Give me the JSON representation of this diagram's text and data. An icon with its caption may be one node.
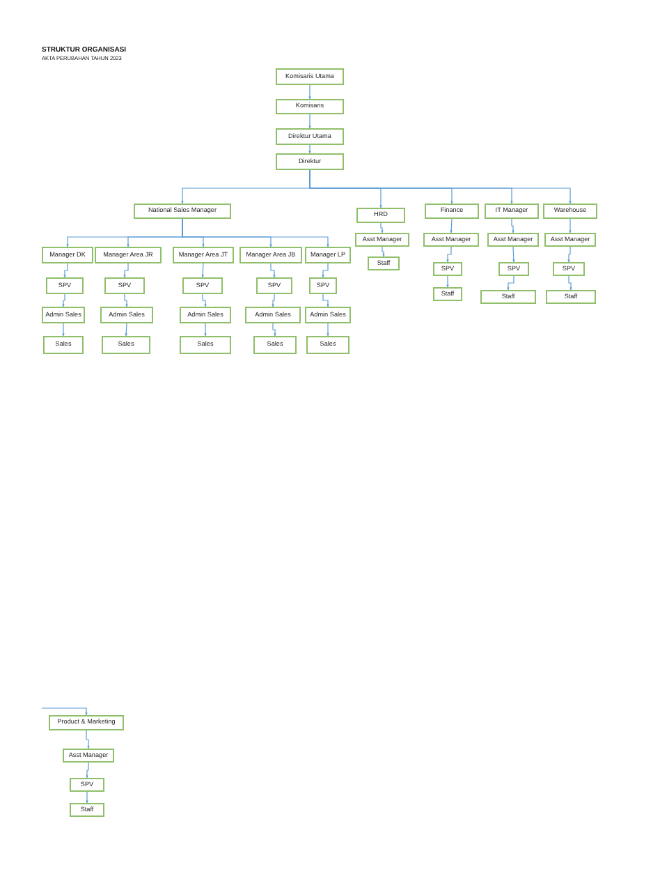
{
  "diagram": {
    "title": "STRUKTUR ORGANISASI",
    "nodes": [
      {
        "text": [
          "Komisaris Utama"
        ]
      },
      {
        "text": [
          "Komisaris"
        ]
      },
      {
        "text": [
          "Direktur Utama"
        ]
      },
      {
        "text": [
          "Direktur"
        ]
      },
      {
        "text": [
          "National Sales Manager"
        ]
      },
      {
        "text": [
          "HRD"
        ]
      },
      {
        "text": [
          "Finance"
        ]
      },
      {
        "text": [
          "IT Manager"
        ]
      },
      {
        "text": [
          "Warehouse"
        ]
      },
      {
        "text": [
          "Manager DK"
        ]
      },
      {
        "text": [
          "Manager Area JR"
        ]
      },
      {
        "text": [
          "Manager Area JT"
        ]
      },
      {
        "text": [
          "Manager Area JB"
        ]
      },
      {
        "text": [
          "Manager LP"
        ]
      },
      {
        "text": [
          "SPV"
        ]
      },
      {
        "text": [
          "SPV"
        ]
      },
      {
        "text": [
          "SPV"
        ]
      },
      {
        "text": [
          "SPV"
        ]
      },
      {
        "text": [
          "SPV"
        ]
      },
      {
        "text": [
          "Admin Sales"
        ]
      },
      {
        "text": [
          "Admin Sales"
        ]
      },
      {
        "text": [
          "Admin Sales"
        ]
      },
      {
        "text": [
          "Admin Sales"
        ]
      },
      {
        "text": [
          "Admin Sales"
        ]
      },
      {
        "text": [
          "Sales"
        ]
      },
      {
        "text": [
          "Sales"
        ]
      },
      {
        "text": [
          "Sales"
        ]
      },
      {
        "text": [
          "Sales"
        ]
      },
      {
        "text": [
          "Sales"
        ]
      },
      {
        "text": [
          "Asst Manager"
        ]
      },
      {
        "text": [
          "Staff"
        ]
      },
      {
        "text": [
          "Asst Manager"
        ]
      },
      {
        "text": [
          "SPV"
        ]
      },
      {
        "text": [
          "Staff"
        ]
      },
      {
        "text": [
          "Asst Manager"
        ]
      },
      {
        "text": [
          "SPV"
        ]
      },
      {
        "text": [
          "Staff"
        ]
      },
      {
        "text": [
          "Asst Manager"
        ]
      },
      {
        "text": [
          "SPV"
        ]
      },
      {
        "text": [
          "Staff"
        ]
      },
      {
        "text": [
          "Product & Marketing"
        ]
      },
      {
        "text": [
          "Asst Manager"
        ]
      },
      {
        "text": [
          "SPV"
        ]
      },
      {
        "text": [
          "Staff"
        ]
      }
    ],
    "edges": [
      {
        "from": 0,
        "to": 1,
        "arrow": "to"
      },
      {
        "from": 1,
        "to": 2,
        "arrow": "to"
      },
      {
        "from": 2,
        "to": 3,
        "arrow": "to"
      },
      {
        "from": 3,
        "to": 4,
        "arrow": "to"
      },
      {
        "from": 3,
        "to": 5,
        "arrow": "to"
      },
      {
        "from": 3,
        "to": 6,
        "arrow": "to"
      },
      {
        "from": 3,
        "to": 7,
        "arrow": "to"
      },
      {
        "from": 3,
        "to": 8,
        "arrow": "to"
      },
      {
        "from": 4,
        "to": 9,
        "arrow": "to"
      },
      {
        "from": 4,
        "to": 10,
        "arrow": "to"
      },
      {
        "from": 4,
        "to": 11,
        "arrow": "to"
      },
      {
        "from": 4,
        "to": 12,
        "arrow": "to"
      },
      {
        "from": 4,
        "to": 13,
        "arrow": "to"
      },
      {
        "from": 9,
        "to": 14,
        "arrow": "to"
      },
      {
        "from": 10,
        "to": 15,
        "arrow": "to"
      },
      {
        "from": 11,
        "to": 16,
        "arrow": "to"
      },
      {
        "from": 12,
        "to": 17,
        "arrow": "to"
      },
      {
        "from": 13,
        "to": 18,
        "arrow": "to"
      },
      {
        "from": 14,
        "to": 19,
        "arrow": "to"
      },
      {
        "from": 15,
        "to": 20,
        "arrow": "to"
      },
      {
        "from": 16,
        "to": 21,
        "arrow": "to"
      },
      {
        "from": 17,
        "to": 22,
        "arrow": "to"
      },
      {
        "from": 18,
        "to": 23,
        "arrow": "to"
      },
      {
        "from": 19,
        "to": 24,
        "arrow": "to"
      },
      {
        "from": 20,
        "to": 25,
        "arrow": "to"
      },
      {
        "from": 21,
        "to": 26,
        "arrow": "to"
      },
      {
        "from": 22,
        "to": 27,
        "arrow": "to"
      },
      {
        "from": 23,
        "to": 28,
        "arrow": "to"
      },
      {
        "from": 5,
        "to": 29,
        "arrow": "to"
      },
      {
        "from": 29,
        "to": 30,
        "arrow": "to"
      },
      {
        "from": 6,
        "to": 31,
        "arrow": "to"
      },
      {
        "from": 31,
        "to": 32,
        "arrow": "to"
      },
      {
        "from": 32,
        "to": 33,
        "arrow": "to"
      },
      {
        "from": 7,
        "to": 34,
        "arrow": "to"
      },
      {
        "from": 34,
        "to": 35,
        "arrow": "to"
      },
      {
        "from": 35,
        "to": 36,
        "arrow": "to"
      },
      {
        "from": 8,
        "to": 37,
        "arrow": "to"
      },
      {
        "from": 37,
        "to": 38,
        "arrow": "to"
      },
      {
        "from": 38,
        "to": 39,
        "arrow": "to"
      },
      {
        "from": null,
        "to": 40,
        "arrow": "to"
      },
      {
        "from": 40,
        "to": 41,
        "arrow": "to"
      },
      {
        "from": 41,
        "to": 42,
        "arrow": "to"
      },
      {
        "from": 42,
        "to": 43,
        "arrow": "to"
      }
    ],
    "labels": [
      "AKTA PERUBAHAN TAHUN 2023"
    ]
  }
}
